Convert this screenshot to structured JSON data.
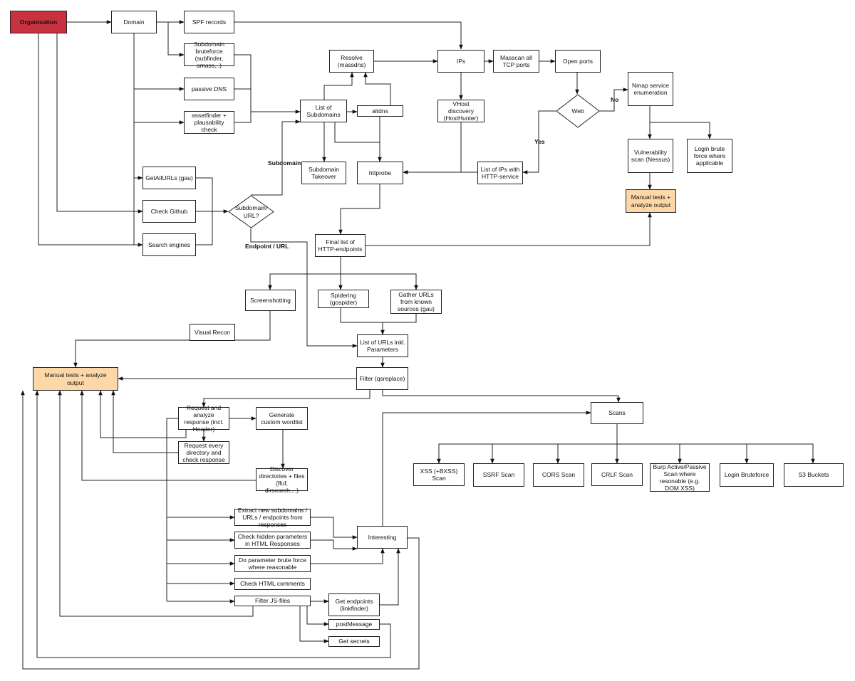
{
  "nodes": {
    "organisation": "Organisation",
    "domain": "Domain",
    "spf_records": "SPF records",
    "subdomain_bruteforce": "Subdomain bruteforce (subfinder, amass,..)",
    "passive_dns": "passive DNS",
    "assetfinder": "assetfinder + plausability check",
    "getallurls": "GetAllURLs (gau)",
    "check_github": "Check Github",
    "search_engines": "Search engines",
    "subdomain_url_decision": "Subdomain/ URL?",
    "resolve": "Resolve (massdns)",
    "list_of_subdomains": "List of Subdomains",
    "altdns": "altdns",
    "subdomain_takeover": "Subdomain Takeover",
    "httprobe": "httprobe",
    "ips": "IPs",
    "masscan": "Masscan all TCP ports",
    "open_ports": "Open ports",
    "vhost_discovery": "VHost discovery (HostHunter)",
    "web_decision": "Web",
    "nmap": "Nmap service enumeration",
    "vulnerability_scan": "Vulnerability scan (Nessus)",
    "login_brute_force_applicable": "Login brute force where applicable",
    "manual_tests_top": "Manual tests + analyze output",
    "list_ips_http": "List of IPs with HTTP-service",
    "final_list": "Final list of HTTP-endpoints",
    "screenshotting": "Screenshotting",
    "spidering": "Spidering (gospider)",
    "gather_urls": "Gather URLs from known sources (gau)",
    "visual_recon": "Visual Recon",
    "list_urls_params": "List of URLs inkl. Parameters",
    "filter_qsreplace": "Filter (qsreplace)",
    "manual_tests_main": "Manual tests + analyze output",
    "request_analyze": "Request and analyze response (incl. Header)",
    "generate_wordlist": "Generate custom wordlist",
    "request_every_dir": "Request every directory and check response",
    "discover_dirs": "Discover directories + files (ffuf, dirsearch,...)",
    "scans": "Scans",
    "xss_scan": "XSS (+BXSS) Scan",
    "ssrf_scan": "SSRF Scan",
    "cors_scan": "CORS Scan",
    "crlf_scan": "CRLF Scan",
    "burp_scan": "Burp Active/Passive Scan where resonable (e.g. DOM XSS)",
    "login_bruteforce": "Login Bruteforce",
    "s3_buckets": "S3 Buckets",
    "extract_new": "Extract new subdomains / URLs / endpoints from responses",
    "check_hidden_params": "Check hidden parameters in HTML Responses",
    "param_brute_force": "Do parameter brute force where reasonable",
    "check_html_comments": "Check HTML comments",
    "filter_js": "Filter JS-files",
    "interesting": "Interesting",
    "get_endpoints": "Get endpoints (linkfinder)",
    "post_message": "postMessage",
    "get_secrets": "Get secrets"
  },
  "edge_labels": {
    "subdomain": "Subdomain",
    "endpoint_url": "Endpoint / URL",
    "no": "No",
    "yes": "Yes"
  },
  "colors": {
    "organisation_fill": "#c8323f",
    "manual_tests_fill": "#fcd8a8",
    "line": "#222222"
  }
}
